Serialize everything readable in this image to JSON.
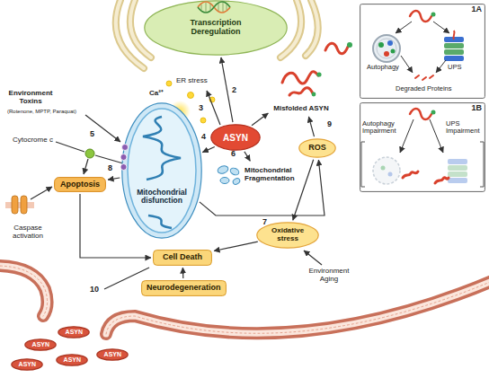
{
  "diagram": {
    "nodes": [
      {
        "text": [
          "Transcription Deregulation"
        ]
      },
      {
        "text": [
          "Misfolded ASYN"
        ]
      },
      {
        "text": [
          "ASYN"
        ]
      },
      {
        "text": [
          "Mitochondrial disfunction"
        ]
      },
      {
        "text": [
          "Apoptosis"
        ]
      },
      {
        "text": [
          "ROS"
        ]
      },
      {
        "text": [
          "Mitochondrial Fragmentation"
        ]
      },
      {
        "text": [
          "Oxidative stress"
        ]
      },
      {
        "text": [
          "Cell Death"
        ]
      },
      {
        "text": [
          "Neurodegeneration"
        ]
      },
      {
        "text": [
          "1A"
        ]
      },
      {
        "text": [
          "1B"
        ]
      },
      {
        "text": [
          "ASYN"
        ]
      },
      {
        "text": [
          "ASYN"
        ]
      },
      {
        "text": [
          "ASYN"
        ]
      },
      {
        "text": [
          "ASYN"
        ]
      },
      {
        "text": [
          "ASYN"
        ]
      }
    ],
    "edges": [
      {
        "from": 2,
        "to": 0,
        "arrow": "to"
      },
      {
        "from": 2,
        "to": 1,
        "arrow": "to"
      },
      {
        "from": 2,
        "to": 3,
        "arrow": "to"
      },
      {
        "from": 2,
        "to": 6,
        "arrow": "to"
      },
      {
        "from": 3,
        "to": 4,
        "arrow": "to"
      },
      {
        "from": 3,
        "to": 5,
        "arrow": "to"
      },
      {
        "from": 5,
        "to": 1,
        "arrow": "to"
      },
      {
        "from": 5,
        "to": 7,
        "arrow": "to"
      },
      {
        "from": 7,
        "to": 8,
        "arrow": "to"
      },
      {
        "from": 4,
        "to": 8,
        "arrow": "to"
      },
      {
        "from": 9,
        "to": 8,
        "arrow": "to"
      }
    ],
    "labels": [
      "ER stress",
      "Ca²⁺",
      "Environment Toxins",
      "(Rotenone, MPTP, Paraquat)",
      "Cytocrome c",
      "Caspase activation",
      "Environment Aging",
      "2",
      "3",
      "4",
      "5",
      "6",
      "7",
      "8",
      "9",
      "10",
      "Autophagy",
      "UPS",
      "Degraded Proteins",
      "Autophagy Impairment",
      "UPS Impairment"
    ]
  }
}
